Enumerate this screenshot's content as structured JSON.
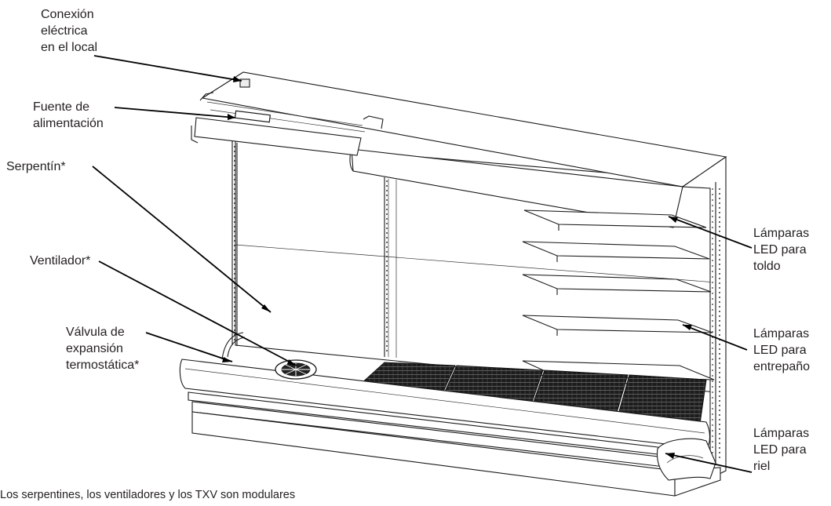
{
  "labels": {
    "conexion": [
      "Conexión",
      "eléctrica",
      "en el local"
    ],
    "fuente": [
      "Fuente de",
      "alimentación"
    ],
    "serpentin": [
      "Serpentín*"
    ],
    "ventilador": [
      "Ventilador*"
    ],
    "valvula": [
      "Válvula de",
      "expansión",
      "termostática*"
    ],
    "led_toldo": [
      "Lámparas",
      "LED para",
      "toldo"
    ],
    "led_entrepano": [
      "Lámparas",
      "LED para",
      "entrepaño"
    ],
    "led_riel": [
      "Lámparas",
      "LED para",
      "riel"
    ]
  },
  "footnote": "Los serpentines, los ventiladores y los TXV son modulares"
}
